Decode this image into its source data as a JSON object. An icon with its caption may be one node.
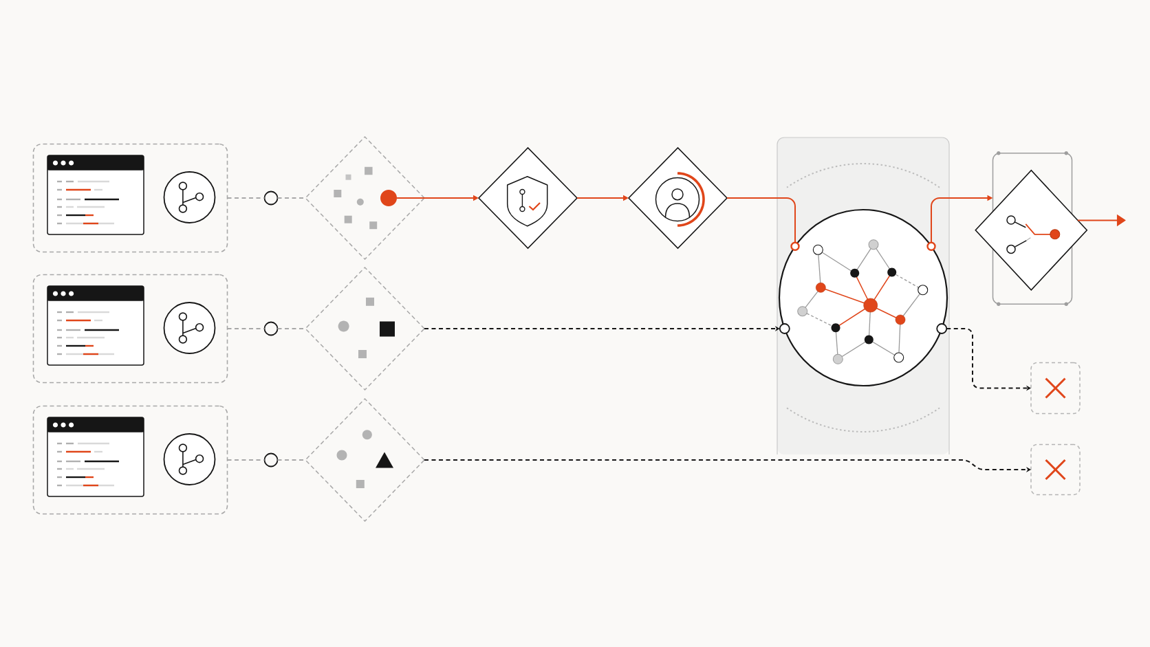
{
  "diagram": {
    "nodes": [
      {
        "text": [],
        "shape": "box"
      },
      {
        "text": [],
        "shape": "box"
      },
      {
        "text": [],
        "shape": "box"
      },
      {
        "text": [],
        "shape": "circle"
      },
      {
        "text": [],
        "shape": "circle"
      },
      {
        "text": [],
        "shape": "circle"
      },
      {
        "text": [],
        "shape": "diamond"
      },
      {
        "text": [],
        "shape": "circle",
        "in": 6
      },
      {
        "text": [],
        "shape": "diamond"
      },
      {
        "text": [],
        "shape": "diamond"
      },
      {
        "text": [],
        "shape": "diamond"
      },
      {
        "text": [],
        "shape": "diamond"
      },
      {
        "text": [],
        "shape": "box"
      },
      {
        "text": [],
        "shape": "circle",
        "in": 12
      },
      {
        "text": [],
        "shape": "circle",
        "in": 12
      },
      {
        "text": [],
        "shape": "circle",
        "in": 12
      },
      {
        "text": [],
        "shape": "circle",
        "in": 12
      },
      {
        "text": [],
        "shape": "circle",
        "in": 12
      },
      {
        "text": [],
        "shape": "box"
      },
      {
        "text": [],
        "shape": "diamond"
      },
      {
        "text": [],
        "shape": "box"
      },
      {
        "text": [],
        "shape": "box"
      }
    ],
    "edges": [
      {
        "from": 0,
        "to": 3,
        "arrow": "none",
        "style": "dashed"
      },
      {
        "from": 3,
        "to": 6,
        "arrow": "none",
        "style": "dashed"
      },
      {
        "from": 1,
        "to": 4,
        "arrow": "none",
        "style": "dashed"
      },
      {
        "from": 4,
        "to": 8,
        "arrow": "none",
        "style": "dashed"
      },
      {
        "from": 2,
        "to": 5,
        "arrow": "none",
        "style": "dashed"
      },
      {
        "from": 5,
        "to": 9,
        "arrow": "none",
        "style": "dashed"
      },
      {
        "from": 7,
        "to": 10,
        "arrow": "to",
        "color": "#e0461a"
      },
      {
        "from": 10,
        "to": 11,
        "arrow": "to",
        "color": "#e0461a"
      },
      {
        "from": 11,
        "to": 14,
        "arrow": "none",
        "color": "#e0461a"
      },
      {
        "from": 15,
        "to": 18,
        "arrow": "to",
        "color": "#e0461a"
      },
      {
        "from": 19,
        "to": null,
        "arrow": "to",
        "color": "#e0461a"
      },
      {
        "from": 8,
        "to": 16,
        "arrow": "to",
        "style": "dashed",
        "color": "#161616"
      },
      {
        "from": 17,
        "to": 20,
        "arrow": "to",
        "style": "dashed",
        "color": "#161616"
      },
      {
        "from": 9,
        "to": 21,
        "arrow": "to",
        "style": "dashed",
        "color": "#161616"
      }
    ]
  }
}
